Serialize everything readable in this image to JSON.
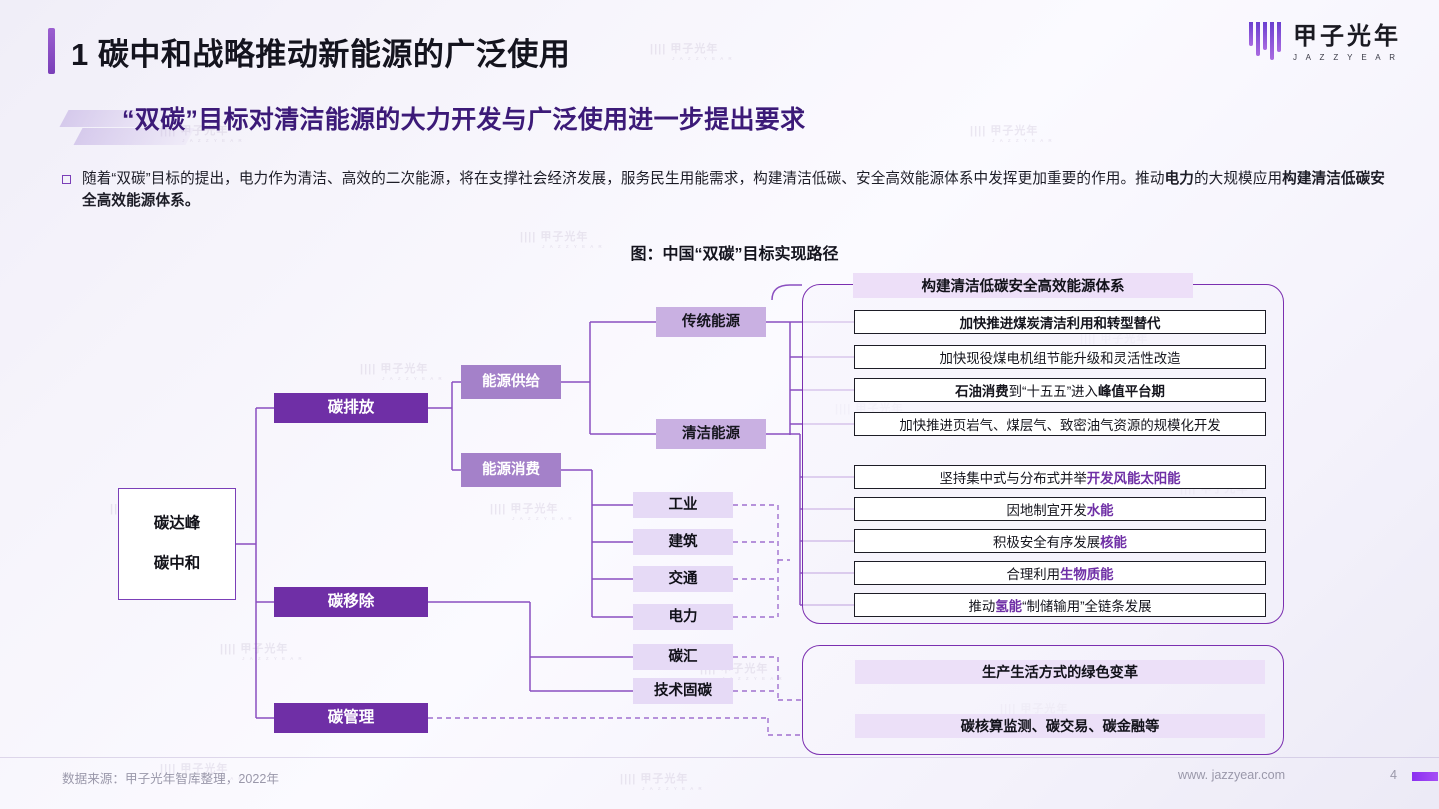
{
  "header": {
    "number": "1",
    "title": "碳中和战略推动新能源的广泛使用",
    "accent_color": "#7a3fb8"
  },
  "logo": {
    "cn": "甲子光年",
    "en": "J A Z Z Y E A R"
  },
  "subtitle": "“双碳”目标对清洁能源的大力开发与广泛使用进一步提出要求",
  "bullet": {
    "part1": "随着“双碳”目标的提出，电力作为清洁、高效的二次能源，将在支撑社会经济发展，服务民生用能需求，构建清洁低碳、安全高效能源体系中发挥更加重要的作用。推动",
    "bold1": "电力",
    "part2": "的大规模应用",
    "bold2": "构建清洁低碳安全高效能源体系。"
  },
  "figure_caption": "图：中国“双碳”目标实现路径",
  "diagram": {
    "root": {
      "line1": "碳达峰",
      "line2": "碳中和"
    },
    "level1": [
      {
        "label": "碳排放"
      },
      {
        "label": "碳移除"
      },
      {
        "label": "碳管理"
      }
    ],
    "level2": [
      {
        "label": "能源供给"
      },
      {
        "label": "能源消费"
      }
    ],
    "level3": [
      {
        "label": "传统能源"
      },
      {
        "label": "清洁能源"
      }
    ],
    "level4": [
      {
        "label": "工业"
      },
      {
        "label": "建筑"
      },
      {
        "label": "交通"
      },
      {
        "label": "电力"
      },
      {
        "label": "碳汇"
      },
      {
        "label": "技术固碳"
      }
    ],
    "panel_a": {
      "header": "构建清洁低碳安全高效能源体系",
      "group1": [
        {
          "pre": "加快推进煤炭",
          "hl": "清洁利用和转型替代",
          "post": "",
          "bold": true,
          "hl_style": "bold"
        },
        {
          "pre": "加快现役煤电机组节能升级和灵活性改造",
          "hl": "",
          "post": "",
          "bold": false,
          "hl_style": "bold"
        },
        {
          "pre": "石油消费",
          "hl": "",
          "post": "",
          "bold": false,
          "hl_style": "mixed",
          "raw_bold_segments": "石油消费|到“十五五”进入|峰值平台期"
        },
        {
          "pre": "加快推进页岩气、煤层气、致密油气资源的规模化开发",
          "hl": "",
          "post": "",
          "bold": false,
          "hl_style": "bold"
        }
      ],
      "group2": [
        {
          "pre": "坚持集中式与分布式并举",
          "hl": "开发风能太阳能",
          "post": ""
        },
        {
          "pre": "因地制宜开发",
          "hl": "水能",
          "post": ""
        },
        {
          "pre": "积极安全有序发展",
          "hl": "核能",
          "post": ""
        },
        {
          "pre": "合理利用",
          "hl": "生物质能",
          "post": ""
        },
        {
          "pre": "推动",
          "hl": "氢能",
          "post": "“制储输用”全链条发展"
        }
      ]
    },
    "panel_b": {
      "items": [
        {
          "label": "生产生活方式的绿色变革"
        },
        {
          "label": "碳核算监测、碳交易、碳金融等"
        }
      ]
    }
  },
  "footer": {
    "source": "数据来源：甲子光年智库整理，2022年",
    "url": "www. jazzyear.com",
    "page": "4"
  },
  "watermark": {
    "cn": "甲子光年",
    "en": "J A Z Z Y E A R",
    "bars": "||||"
  }
}
